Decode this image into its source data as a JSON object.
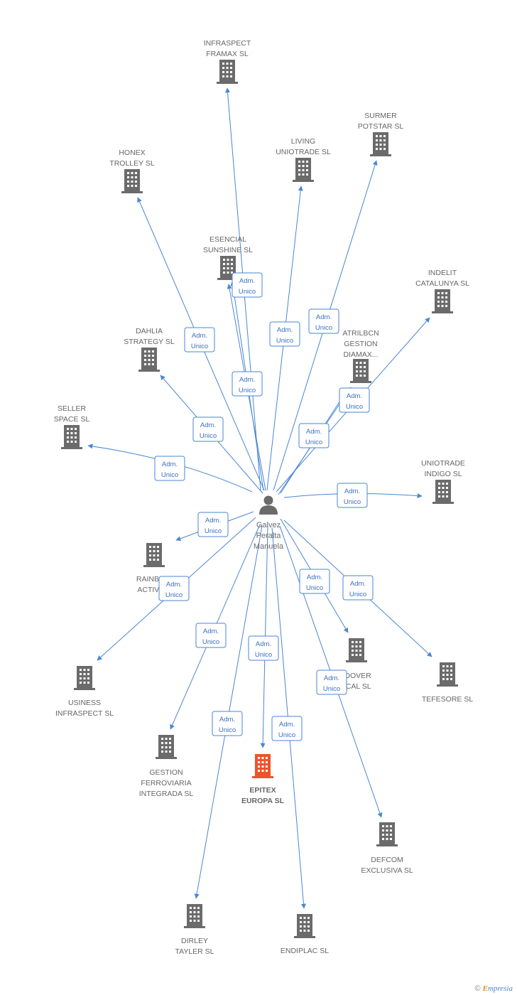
{
  "colors": {
    "edge": "#4a86d4",
    "building": "#6b6b6b",
    "highlight": "#f0522c",
    "person": "#6b6b6b"
  },
  "center": {
    "name_lines": [
      "Galvez",
      "Peralta",
      "Manuela"
    ],
    "icon": "person-icon"
  },
  "badge_lines": [
    "Adm.",
    "Unico"
  ],
  "companies": [
    {
      "id": "infraspect-framax",
      "lines": [
        "INFRASPECT",
        "FRAMAX SL"
      ],
      "icon": "building-icon"
    },
    {
      "id": "surmer-potstar",
      "lines": [
        "SURMER",
        "POTSTAR SL"
      ],
      "icon": "building-icon"
    },
    {
      "id": "living-uniotrade",
      "lines": [
        "LIVING",
        "UNIOTRADE  SL"
      ],
      "icon": "building-icon"
    },
    {
      "id": "honex-trolley",
      "lines": [
        "HONEX",
        "TROLLEY  SL"
      ],
      "icon": "building-icon"
    },
    {
      "id": "esencial-sunshine",
      "lines": [
        "ESENCIAL",
        "SUNSHINE  SL"
      ],
      "icon": "building-icon"
    },
    {
      "id": "indelit-catalunya",
      "lines": [
        "INDELIT",
        "CATALUNYA SL"
      ],
      "icon": "building-icon"
    },
    {
      "id": "dahlia-strategy",
      "lines": [
        "DAHLIA",
        "STRATEGY  SL"
      ],
      "icon": "building-icon"
    },
    {
      "id": "atrilbcn-gestion",
      "lines": [
        "ATRILBCN",
        "GESTION",
        "DIAMAX..."
      ],
      "icon": "building-icon"
    },
    {
      "id": "seller-space",
      "lines": [
        "SELLER",
        "SPACE  SL"
      ],
      "icon": "building-icon"
    },
    {
      "id": "uniotrade-indigo",
      "lines": [
        "UNIOTRADE",
        "INDIGO  SL"
      ],
      "icon": "building-icon"
    },
    {
      "id": "rainbow-activity",
      "lines": [
        "RAINBOW",
        "ACTIVITY"
      ],
      "icon": "building-icon"
    },
    {
      "id": "hoover-tical",
      "lines": [
        "HOOVER",
        "TICAL  SL"
      ],
      "icon": "building-icon"
    },
    {
      "id": "tefesore",
      "lines": [
        "TEFESORE SL"
      ],
      "icon": "building-icon"
    },
    {
      "id": "usiness-infraspect",
      "lines": [
        "USINESS",
        "INFRASPECT  SL"
      ],
      "icon": "building-icon"
    },
    {
      "id": "gestion-ferroviaria",
      "lines": [
        "GESTION",
        "FERROVIARIA",
        "INTEGRADA SL"
      ],
      "icon": "building-icon"
    },
    {
      "id": "epitex-europa",
      "lines": [
        "EPITEX",
        "EUROPA SL"
      ],
      "icon": "building-icon",
      "highlight": true
    },
    {
      "id": "defcom-exclusiva",
      "lines": [
        "DEFCOM",
        "EXCLUSIVA SL"
      ],
      "icon": "building-icon"
    },
    {
      "id": "dirley-tayler",
      "lines": [
        "DIRLEY",
        "TAYLER  SL"
      ],
      "icon": "building-icon"
    },
    {
      "id": "endiplac",
      "lines": [
        "ENDIPLAC SL"
      ],
      "icon": "building-icon"
    }
  ],
  "footer": {
    "copyright": "©",
    "brand_initial": "E",
    "brand_rest": "mpresia"
  }
}
